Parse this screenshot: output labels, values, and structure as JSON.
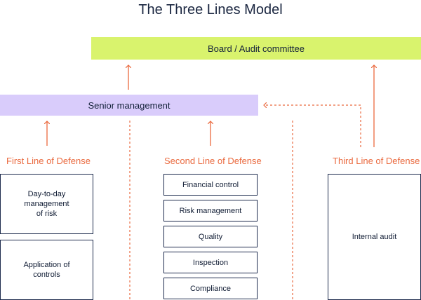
{
  "title": "The Three Lines Model",
  "board": "Board / Audit committee",
  "senior": "Senior management",
  "lines": {
    "first": {
      "heading": "First Line of Defense",
      "items": [
        "Day-to-day management of risk",
        "Application of controls"
      ]
    },
    "second": {
      "heading": "Second Line of Defense",
      "items": [
        "Financial control",
        "Risk management",
        "Quality",
        "Inspection",
        "Compliance"
      ]
    },
    "third": {
      "heading": "Third Line of Defense",
      "items": [
        "Internal audit"
      ]
    }
  },
  "colors": {
    "board": "#d9f36d",
    "senior": "#d9ccfb",
    "accent": "#ea6a3f",
    "border": "#1d2b4d"
  }
}
